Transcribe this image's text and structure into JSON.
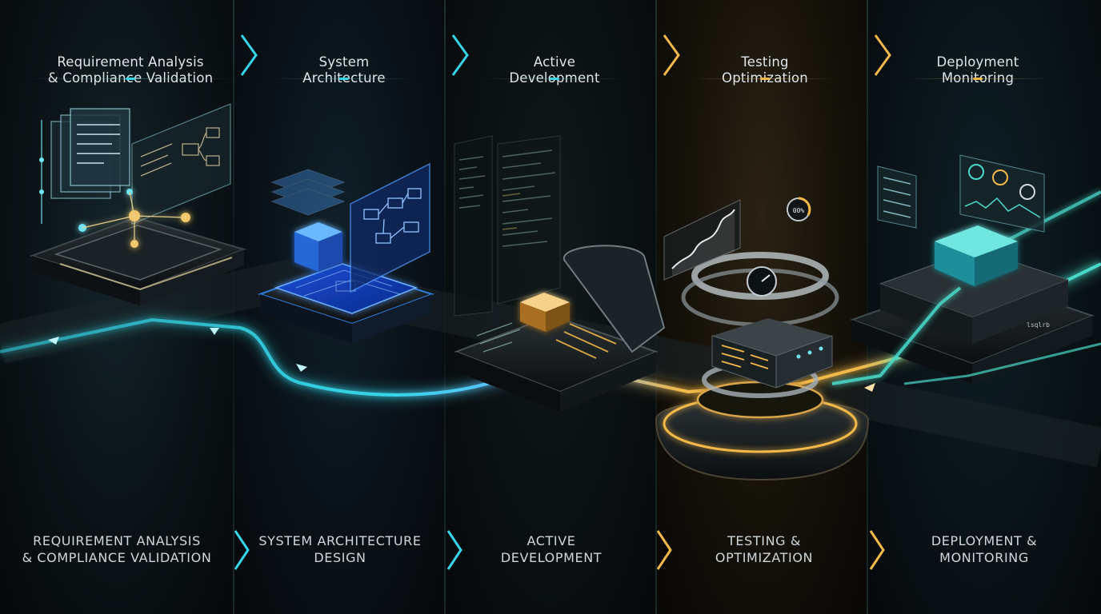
{
  "stages": [
    {
      "top_label": "Requirement Analysis\n& Compliance Validation",
      "bottom_label": "REQUIREMENT ANALYSIS\n& COMPLIANCE VALIDATION"
    },
    {
      "top_label": "System\nArchitecture",
      "bottom_label": "SYSTEM ARCHITECTURE\nDESIGN"
    },
    {
      "top_label": "Active\nDevelopment",
      "bottom_label": "ACTIVE\nDEVELOPMENT"
    },
    {
      "top_label": "Testing\nOptimization",
      "bottom_label": "TESTING &\nOPTIMIZATION"
    },
    {
      "top_label": "Deployment\nMonitoring",
      "bottom_label": "DEPLOYMENT &\nMONITORING"
    }
  ],
  "gauge_readout": "00%",
  "server_badge": "lsqlrb",
  "colors": {
    "cyan": "#35d6e8",
    "blue": "#2f6dff",
    "gold": "#f2b84a",
    "teal": "#49d9c9"
  },
  "icons": {
    "chevron": "chevron-right-icon"
  }
}
